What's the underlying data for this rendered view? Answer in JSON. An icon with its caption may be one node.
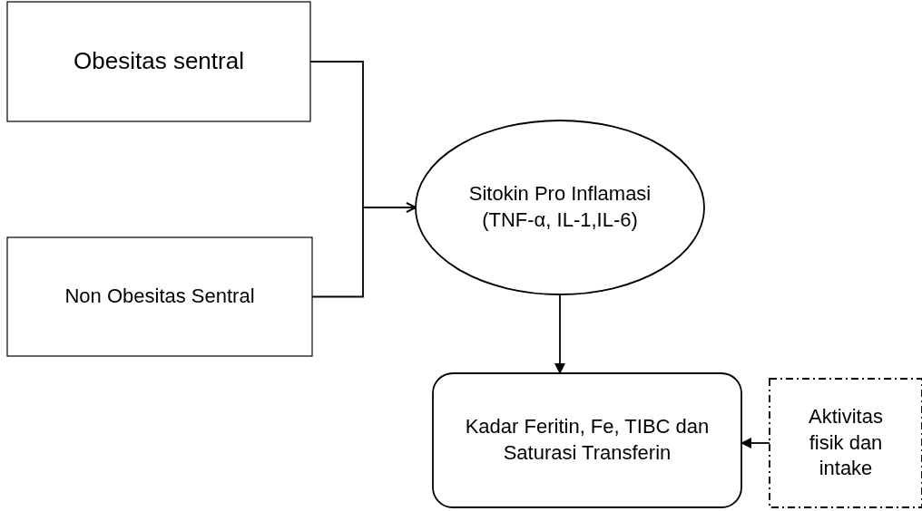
{
  "diagram": {
    "nodes": [
      {
        "text": [
          "Obesitas sentral"
        ]
      },
      {
        "text": [
          "Non Obesitas Sentral"
        ]
      },
      {
        "text": [
          "Sitokin Pro Inflamasi (TNF-α, IL-1,IL-6)"
        ]
      },
      {
        "text": [
          "Kadar Feritin, Fe, TIBC dan Saturasi Transferin"
        ]
      },
      {
        "text": [
          "Aktivitas fisik dan intake"
        ]
      }
    ],
    "edges": [
      {
        "from": 0,
        "to": 2,
        "arrow": "to"
      },
      {
        "from": 1,
        "to": 2,
        "arrow": "to"
      },
      {
        "from": 2,
        "to": 3,
        "arrow": "to"
      },
      {
        "from": 4,
        "to": 3,
        "arrow": "to"
      }
    ]
  }
}
